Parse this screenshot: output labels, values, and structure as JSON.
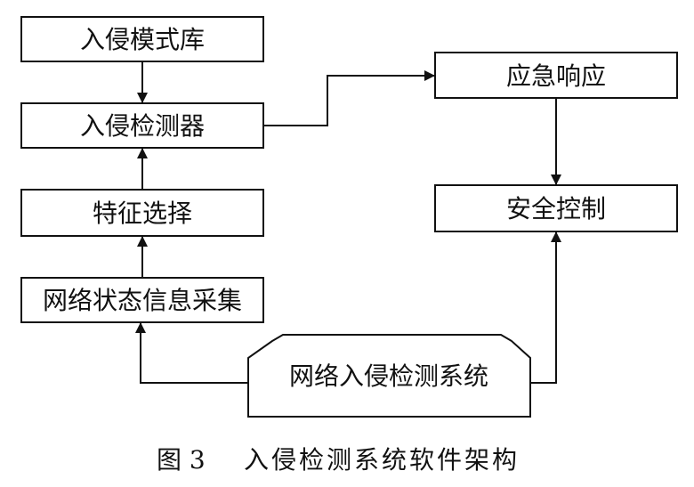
{
  "nodes": {
    "pattern_db": "入侵模式库",
    "detector": "入侵检测器",
    "feature_select": "特征选择",
    "info_collect": "网络状态信息采集",
    "emergency": "应急响应",
    "security_control": "安全控制",
    "system": "网络入侵检测系统"
  },
  "caption": {
    "figure_no": "图 3",
    "title": "入侵检测系统软件架构"
  }
}
